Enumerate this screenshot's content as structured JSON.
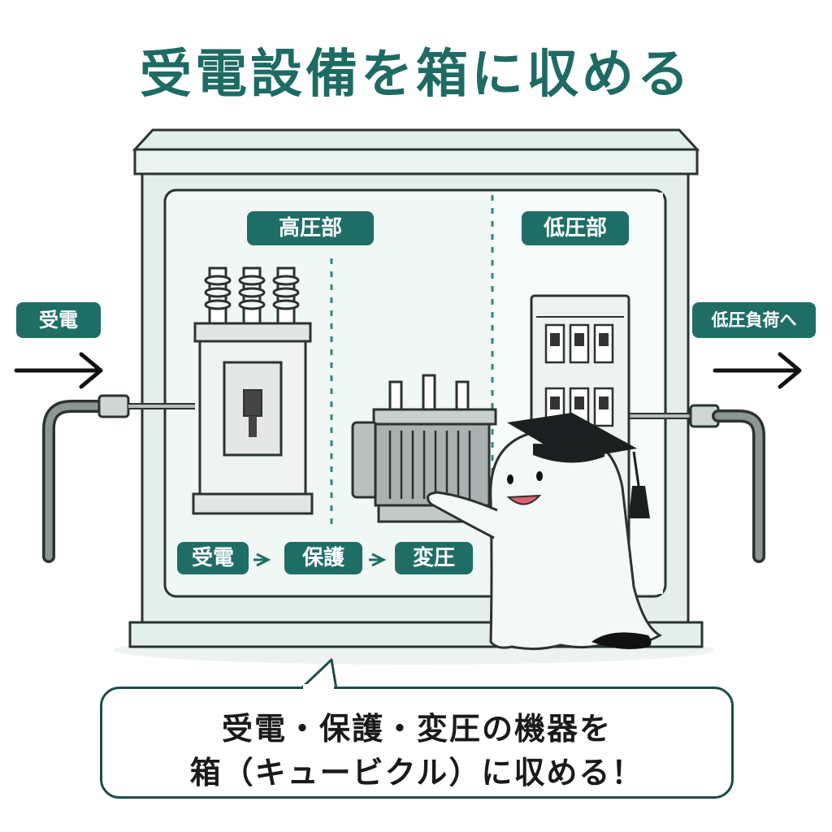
{
  "title": "受電設備を箱に収める",
  "zones": {
    "high_voltage": "高圧部",
    "low_voltage": "低圧部"
  },
  "side_labels": {
    "incoming": "受電",
    "outgoing": "低圧負荷へ"
  },
  "flow_steps": [
    "受電",
    "保護",
    "変圧"
  ],
  "callout": {
    "line1": "受電・保護・変圧の機器を",
    "line2": "箱（キュービクル）に収める！"
  },
  "colors": {
    "accent": "#1f6e66",
    "title": "#1e6b63",
    "panel": "#e7f1ee",
    "outline": "#2b3331"
  },
  "icons": [
    "arrow-right-icon",
    "graduation-cap-icon",
    "breaker-switch-icon"
  ]
}
